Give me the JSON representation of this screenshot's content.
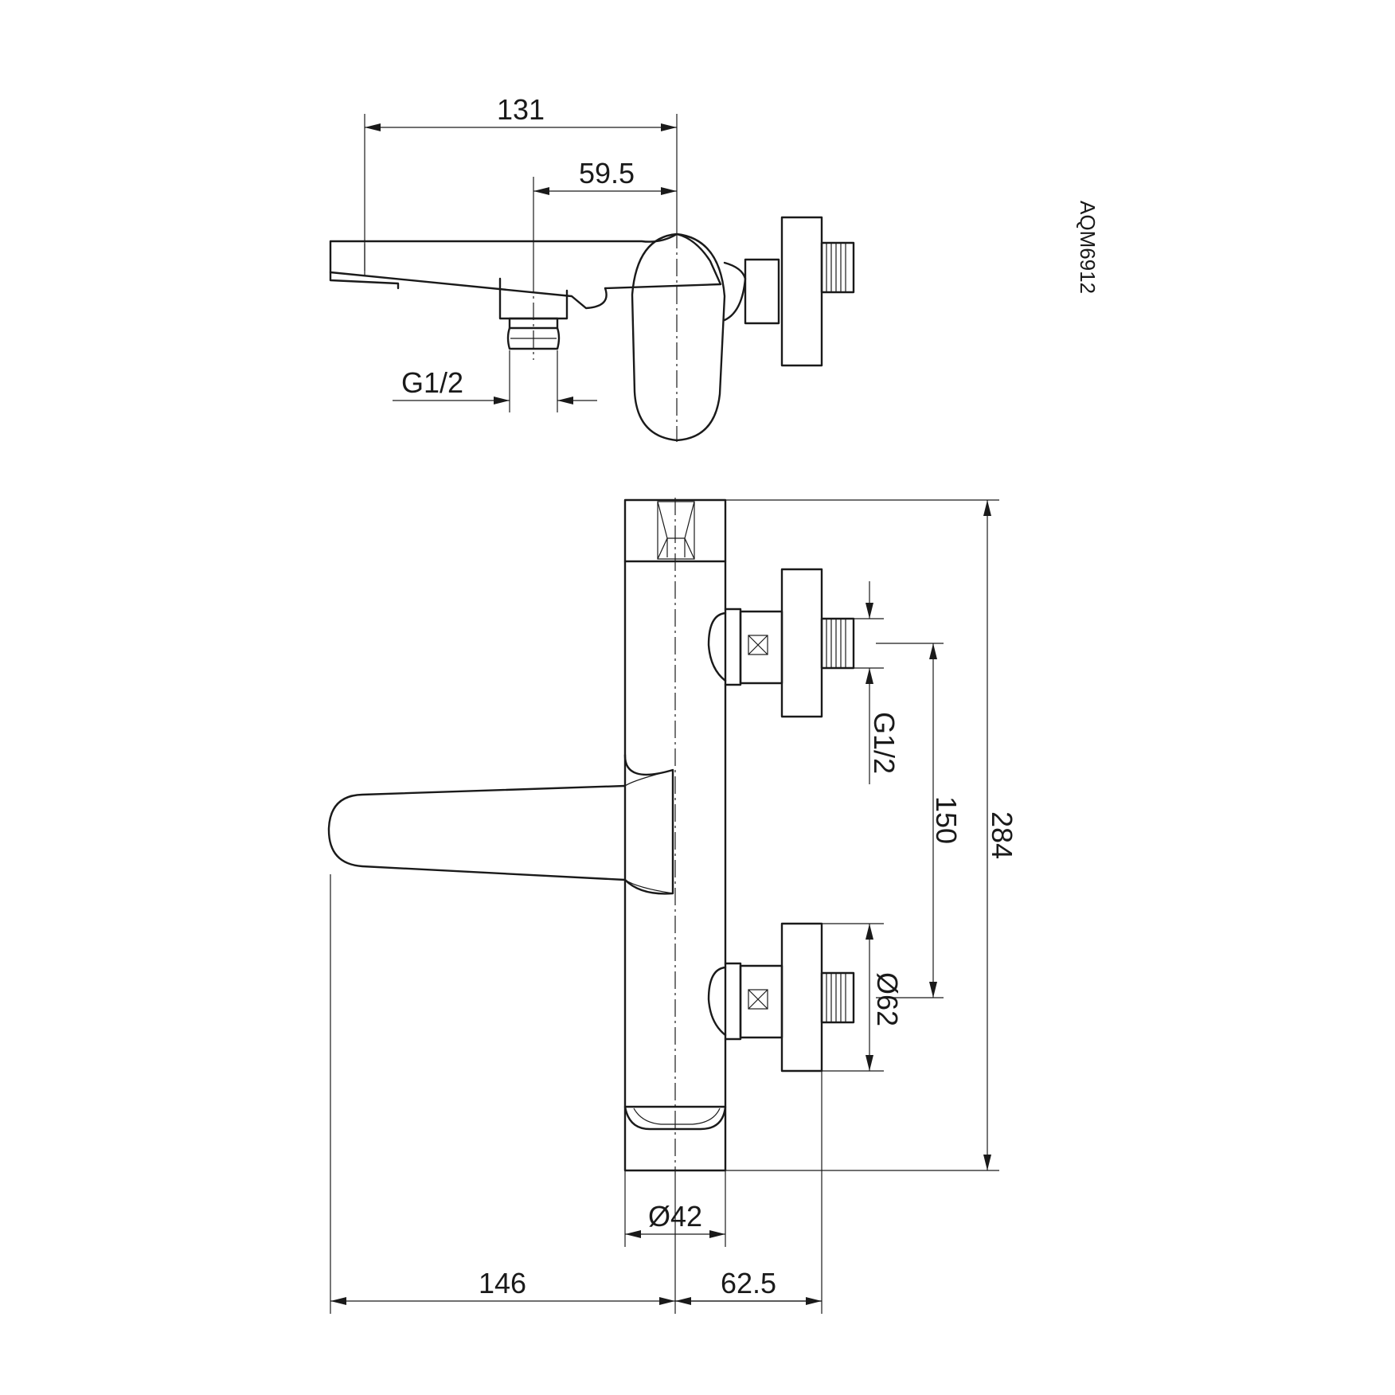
{
  "model_code": "AQM6912",
  "top_view": {
    "dims": {
      "overall_spout": "131",
      "diverter_offset": "59.5",
      "shower_thread": "G1/2"
    }
  },
  "front_view": {
    "dims": {
      "inlet_thread": "G1/2",
      "inlet_spacing": "150",
      "total_height": "284",
      "escutcheon_diameter": "Ø62",
      "body_diameter": "Ø42",
      "spout_projection": "146",
      "wall_offset": "62.5"
    }
  }
}
